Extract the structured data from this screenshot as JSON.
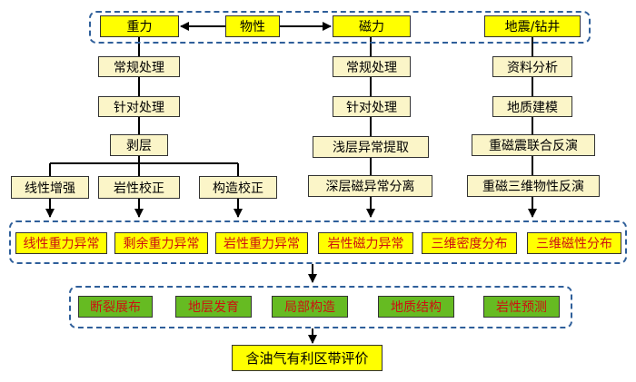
{
  "top_row": {
    "gravity": "重力",
    "physical": "物性",
    "magnetic": "磁力",
    "seismic_drill": "地震/钻井"
  },
  "gravity_column": {
    "routine": "常规处理",
    "targeted": "针对处理",
    "stripping": "剥层",
    "branches": [
      "线性增强",
      "岩性校正",
      "构造校正"
    ]
  },
  "magnetic_column": {
    "routine": "常规处理",
    "targeted": "针对处理",
    "shallow": "浅层异常提取",
    "deep": "深层磁异常分离"
  },
  "seismic_column": {
    "analysis": "资料分析",
    "modeling": "地质建模",
    "joint_inversion": "重磁震联合反演",
    "property_inversion": "重磁三维物性反演"
  },
  "results_row": [
    "线性重力异常",
    "剩余重力异常",
    "岩性重力异常",
    "岩性磁力异常",
    "三维密度分布",
    "三维磁性分布"
  ],
  "interpretation_row": [
    "断裂展布",
    "地层发育",
    "局部构造",
    "地质结构",
    "岩性预测"
  ],
  "final": "含油气有利区带评价",
  "colors": {
    "dashed_border": "#2f5f9a",
    "yellow": "#ffff00",
    "light_yellow": "#fbf5c8",
    "green": "#66bb22",
    "red_text": "#cc1111"
  }
}
